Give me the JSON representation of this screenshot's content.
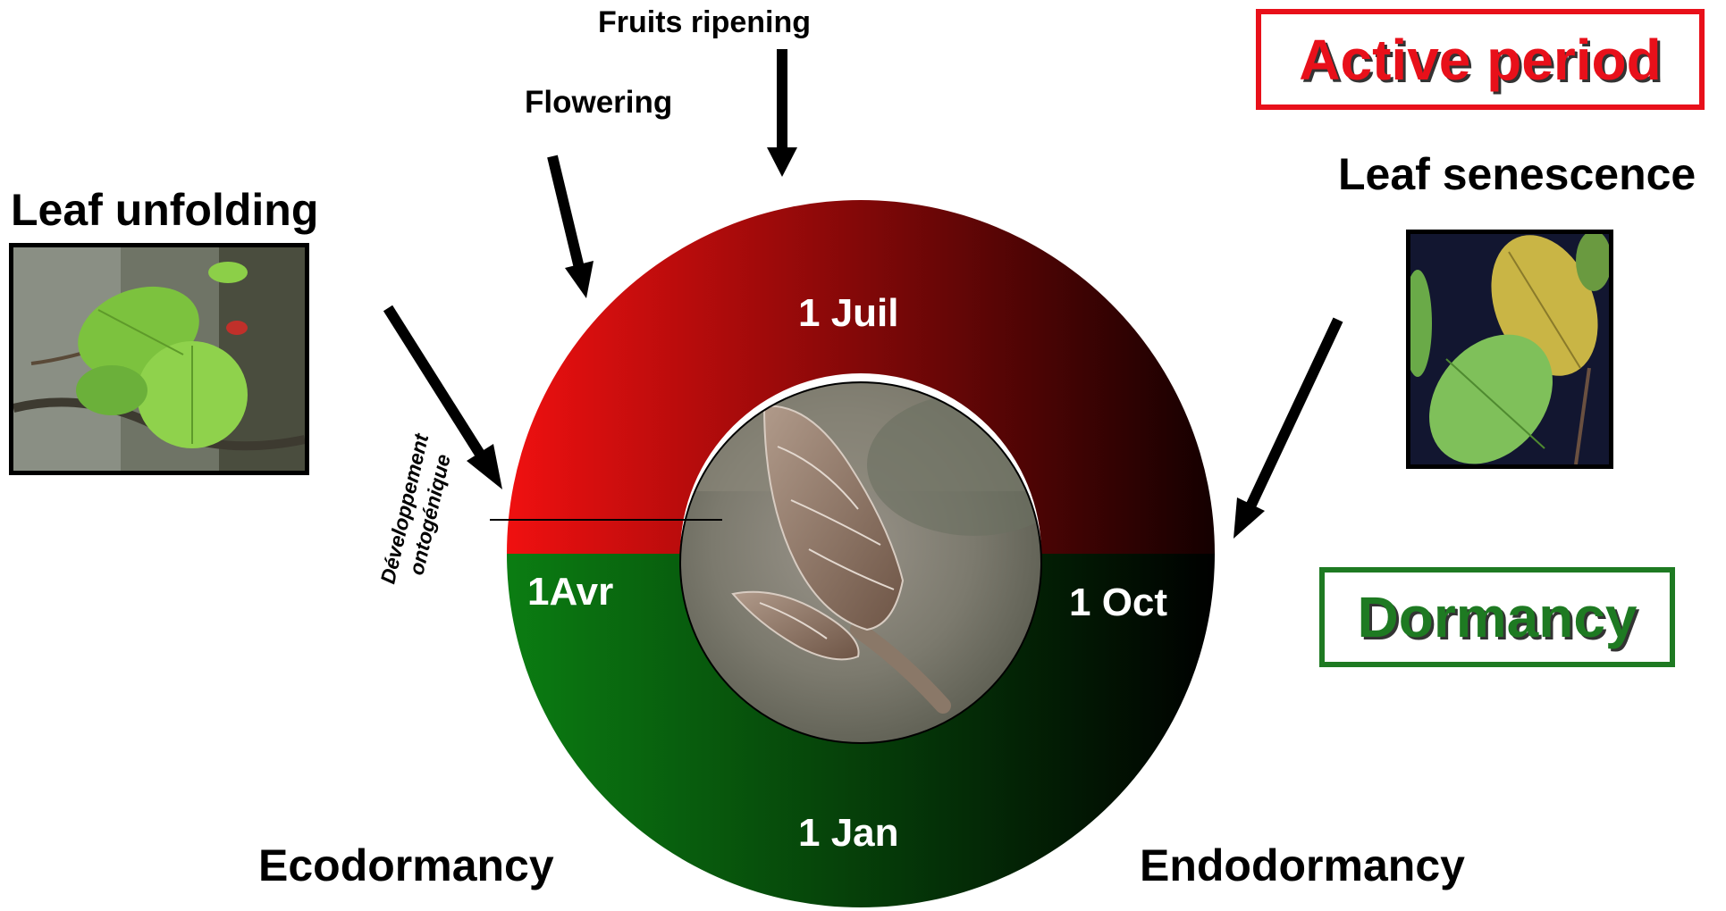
{
  "labels": {
    "fruits_ripening": "Fruits ripening",
    "flowering": "Flowering",
    "leaf_unfolding": "Leaf unfolding",
    "leaf_senescence": "Leaf senescence",
    "ecodormancy": "Ecodormancy",
    "endodormancy": "Endodormancy",
    "developpement_line1": "Développement",
    "developpement_line2": "ontogénique"
  },
  "legend": {
    "active_period": "Active period",
    "dormancy": "Dormancy"
  },
  "dates": {
    "juil": "1 Juil",
    "avr": "1Avr",
    "oct": "1 Oct",
    "jan": "1 Jan"
  },
  "colors": {
    "active_red": "#ee1111",
    "active_dark": "#1a0000",
    "dormancy_green": "#0a7a10",
    "dormancy_dark": "#000000",
    "legend_red": "#e8101a",
    "legend_green": "#1e7a22"
  }
}
